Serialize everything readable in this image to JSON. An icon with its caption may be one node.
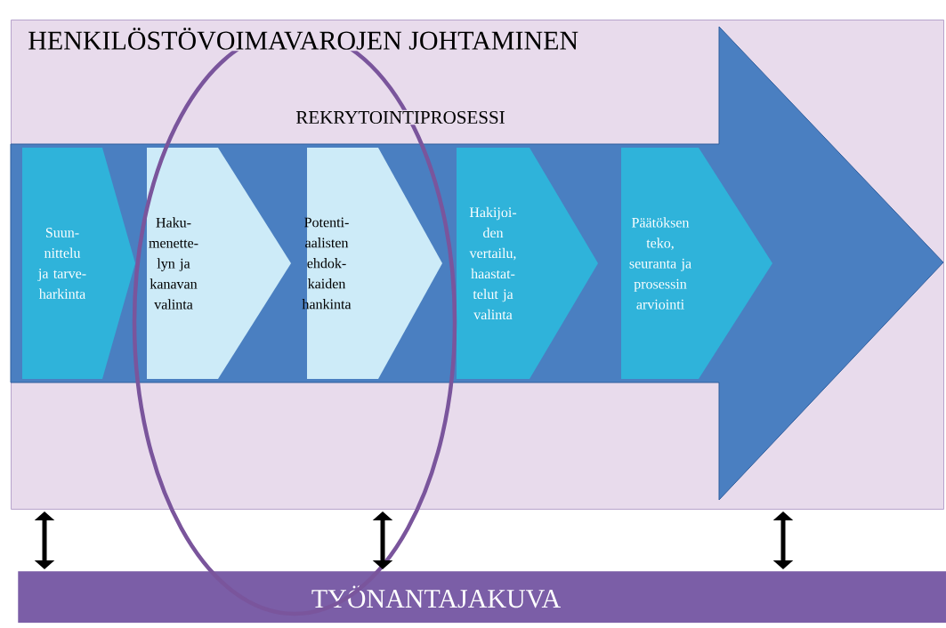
{
  "diagram": {
    "nodes": [
      {
        "text": [
          "HENKILÖSTÖVOIMAVAROJEN JOHTAMINEN"
        ]
      },
      {
        "text": [
          "REKRYTOINTIPROSESSI"
        ],
        "in": 0
      },
      {
        "text": [
          "Suun-nittelu ja tarve-harkinta"
        ],
        "in": 1
      },
      {
        "text": [
          "Haku-menette-lyn ja kanavan valinta"
        ],
        "in": 1
      },
      {
        "text": [
          "Potenti-aalisten ehdok-kaiden hankinta"
        ],
        "in": 1
      },
      {
        "text": [
          "Hakijoi-den vertailu, haastat-telut ja valinta"
        ],
        "in": 1
      },
      {
        "text": [
          "Päätöksen teko, seuranta ja prosessin arviointi"
        ],
        "in": 1
      },
      {
        "text": [
          "TYÖNANTAJAKUVA"
        ]
      }
    ],
    "edges": [
      {
        "from": 0,
        "to": 7,
        "arrow": "both"
      },
      {
        "from": 0,
        "to": 7,
        "arrow": "both"
      },
      {
        "from": 0,
        "to": 7,
        "arrow": "both"
      }
    ]
  }
}
